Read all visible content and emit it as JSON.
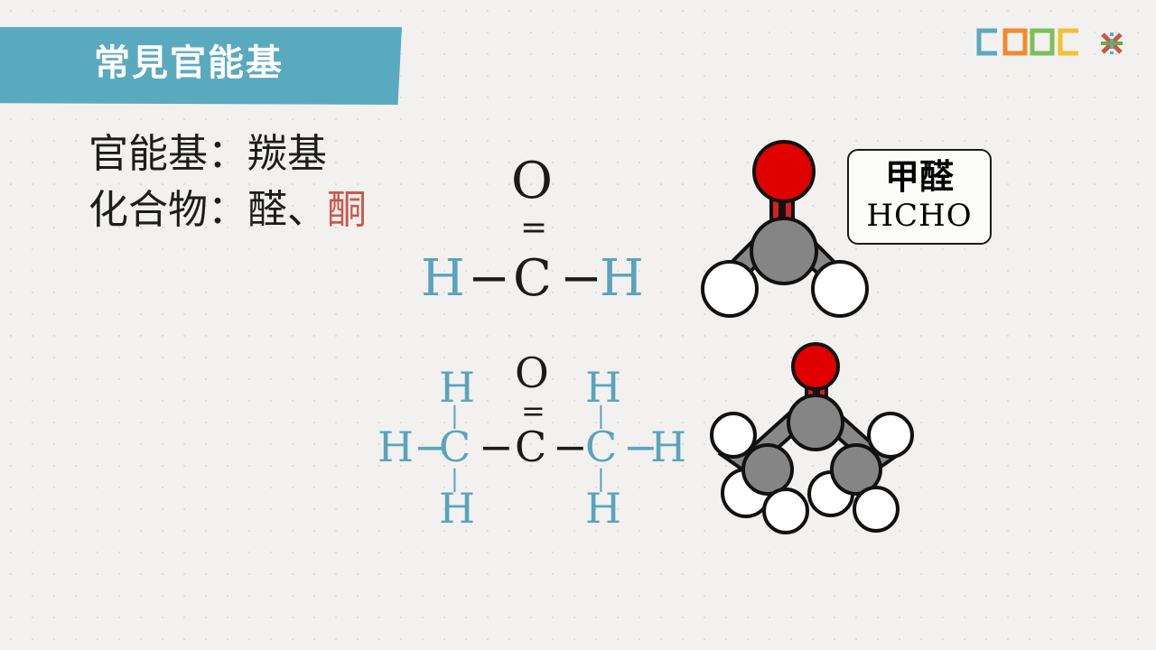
{
  "header": {
    "title": "常見官能基"
  },
  "definitions": {
    "line1": {
      "label": "官能基",
      "sep": "：",
      "value": "羰基"
    },
    "line2": {
      "label": "化合物",
      "sep": "：",
      "value1": "醛",
      "comma": "、",
      "value2": "酮"
    }
  },
  "formaldehyde": {
    "O": "O",
    "dbl": "=",
    "C": "C",
    "H_left": "H",
    "H_right": "H",
    "bond": "−"
  },
  "acetone": {
    "O": "O",
    "dbl": "=",
    "C": "C",
    "H": "H",
    "bond": "−",
    "vbond": "|"
  },
  "label_box": {
    "name": "甲醛",
    "formula": "HCHO"
  },
  "logo": {
    "text": "COOC"
  },
  "colors": {
    "banner": "#5aaabf",
    "hydrogen_text": "#5aa3bd",
    "highlight": "#c9584a",
    "oxygen": "#e00000",
    "carbon": "#808080"
  }
}
